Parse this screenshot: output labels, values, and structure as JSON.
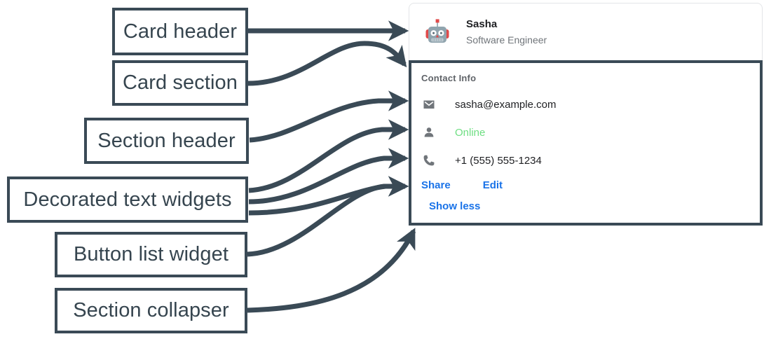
{
  "annotations": [
    {
      "id": "card-header",
      "label": "Card header"
    },
    {
      "id": "card-section",
      "label": "Card section"
    },
    {
      "id": "section-header",
      "label": "Section header"
    },
    {
      "id": "decorated",
      "label": "Decorated text widgets"
    },
    {
      "id": "button-list",
      "label": "Button list widget"
    },
    {
      "id": "section-collapser",
      "label": "Section collapser"
    }
  ],
  "annotation_labels": {
    "card_header": "Card header",
    "card_section": "Card section",
    "section_header": "Section header",
    "decorated_text_widgets": "Decorated text widgets",
    "button_list_widget": "Button list widget",
    "section_collapser": "Section collapser"
  },
  "card": {
    "header": {
      "avatar_icon": "robot-avatar-icon",
      "title": "Sasha",
      "subtitle": "Software Engineer"
    },
    "section": {
      "header": "Contact Info",
      "rows": [
        {
          "icon": "email-icon",
          "text": "sasha@example.com",
          "state": "default"
        },
        {
          "icon": "person-icon",
          "text": "Online",
          "state": "online"
        },
        {
          "icon": "phone-icon",
          "text": "+1 (555) 555-1234",
          "state": "default"
        }
      ],
      "buttons": [
        {
          "label": "Share"
        },
        {
          "label": "Edit"
        }
      ],
      "collapser": {
        "label": "Show less"
      }
    }
  },
  "colors": {
    "annotation_stroke": "#3a4a56",
    "annotation_text": "#36454f",
    "card_border": "#e3e5e8",
    "section_header_text": "#5f6368",
    "row_text": "#202124",
    "online_green": "#6ede82",
    "link_blue": "#1a73e8",
    "icon_gray": "#70757a",
    "robot_head": "#90a4ae",
    "robot_accent": "#e04a4a"
  }
}
